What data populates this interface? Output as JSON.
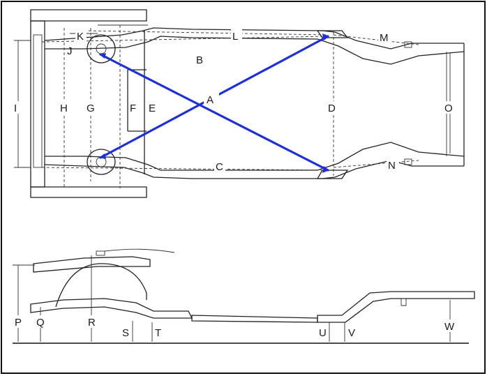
{
  "diagram": {
    "accent_color": "#1f2fd6",
    "labels": {
      "A": "A",
      "B": "B",
      "C": "C",
      "D": "D",
      "E": "E",
      "F": "F",
      "G": "G",
      "H": "H",
      "I": "I",
      "J": "J",
      "K": "K",
      "L": "L",
      "M": "M",
      "N": "N",
      "O": "O",
      "P": "P",
      "Q": "Q",
      "R": "R",
      "S": "S",
      "T": "T",
      "U": "U",
      "V": "V",
      "W": "W"
    }
  }
}
